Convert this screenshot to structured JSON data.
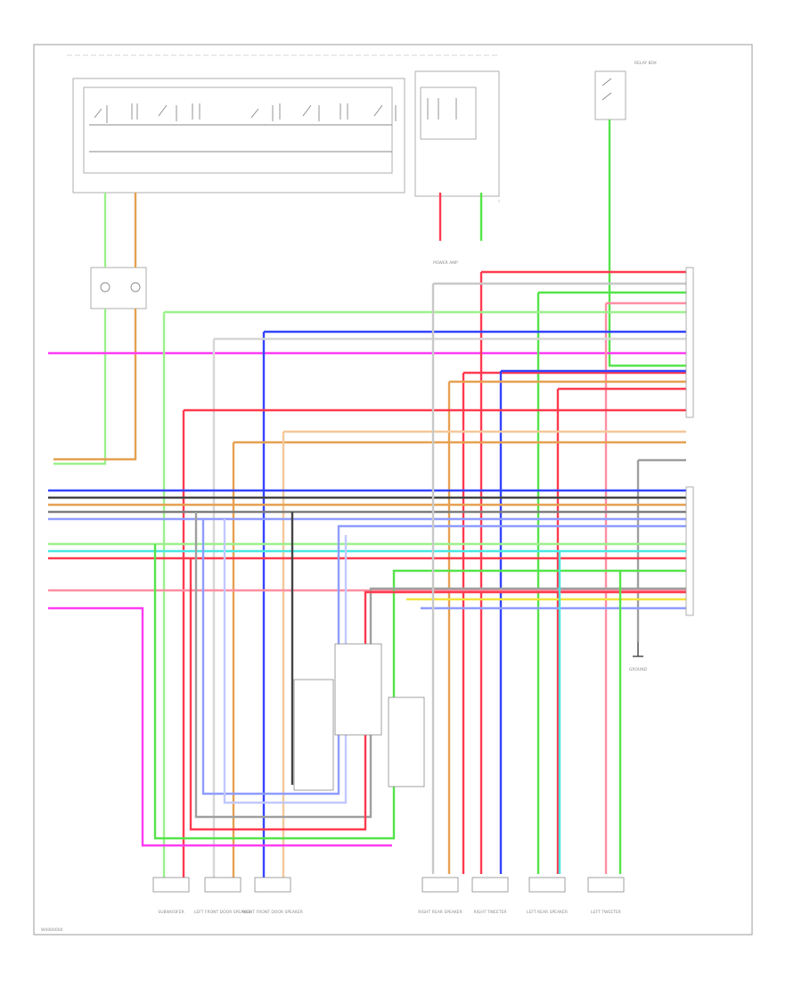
{
  "diagram": {
    "footer_code": "W0000000",
    "components": {
      "subwoofer": "SUBWOOFER",
      "left_front_door_speaker": "LEFT FRONT DOOR SPEAKER",
      "right_front_door_speaker": "RIGHT FRONT DOOR SPEAKER",
      "right_rear_speaker": "RIGHT REAR SPEAKER",
      "left_rear_speaker": "LEFT REAR SPEAKER",
      "right_tweeter": "RIGHT TWEETER",
      "left_tweeter": "LEFT TWEETER",
      "power_amp": "POWER AMP",
      "relay_box": "RELAY BOX",
      "ground_note": "GROUND"
    },
    "colors": {
      "red": "#ff3b4f",
      "pink": "#ff8fa3",
      "green": "#55e44a",
      "light_green": "#9cf08c",
      "blue": "#3344ff",
      "light_blue": "#8f9cff",
      "magenta": "#ff3cf2",
      "orange": "#e6a050",
      "yellow": "#f2e23c",
      "gray": "#7d7d7d",
      "cyan": "#49e8e2",
      "black": "#444444"
    }
  }
}
